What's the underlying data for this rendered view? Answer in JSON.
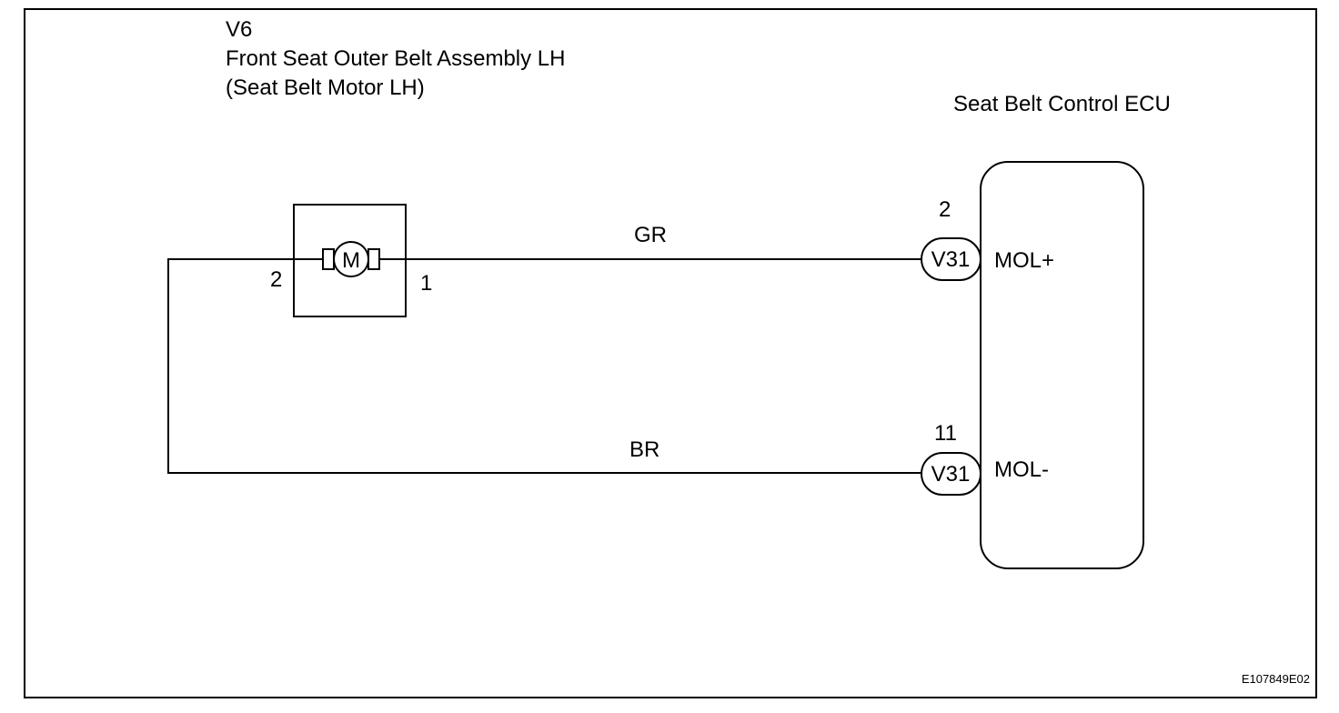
{
  "component": {
    "code": "V6",
    "name": "Front Seat Outer Belt Assembly LH",
    "subname": "(Seat Belt Motor LH)",
    "motor_symbol": "M",
    "pin_left": "2",
    "pin_right": "1"
  },
  "ecu": {
    "title": "Seat Belt Control ECU",
    "terminals": [
      {
        "pin": "2",
        "connector": "V31",
        "signal": "MOL+"
      },
      {
        "pin": "11",
        "connector": "V31",
        "signal": "MOL-"
      }
    ]
  },
  "wires": [
    {
      "color_code": "GR"
    },
    {
      "color_code": "BR"
    }
  ],
  "figure_id": "E107849E02"
}
